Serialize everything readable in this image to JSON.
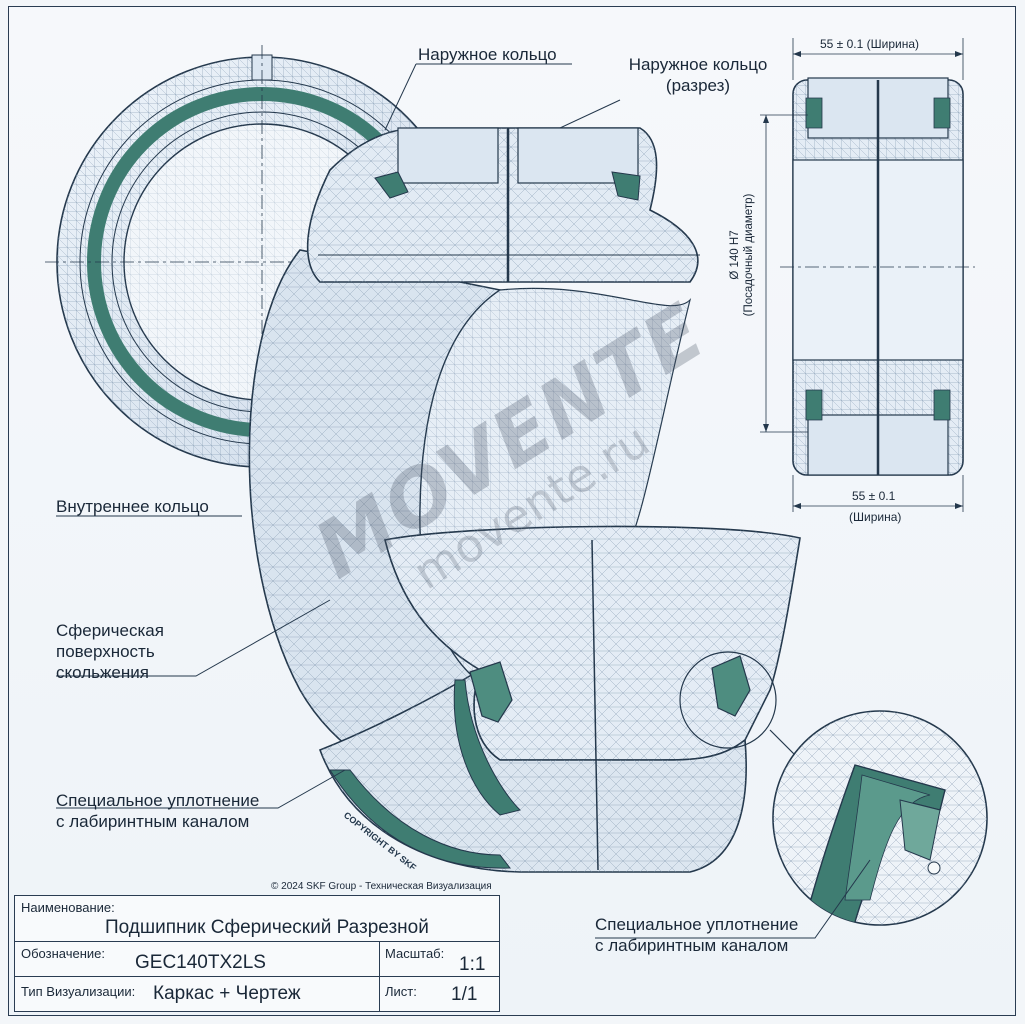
{
  "labels": {
    "outer_ring": "Наружное кольцо",
    "outer_ring_section_line1": "Наружное кольцо",
    "outer_ring_section_line2": "(разрез)",
    "inner_ring": "Внутреннее кольцо",
    "spherical_line1": "Сферическая",
    "spherical_line2": "поверхность",
    "spherical_line3": "скольжения",
    "seal_line1": "Специальное уплотнение",
    "seal_line2": "с лабиринтным каналом",
    "detail_seal_line1": "Специальное уплотнение",
    "detail_seal_line2": "с лабиринтным каналом"
  },
  "dimensions": {
    "width_top": "55 ± 0.1 (Ширина)",
    "diameter_line1": "Ø 140 H7",
    "diameter_line2": "(Посадочный диаметр)",
    "width_bottom_line1": "55 ± 0.1",
    "width_bottom_line2": "(Ширина)"
  },
  "copyright": "© 2024 SKF Group - Техническая Визуализация",
  "seal_marking": "COPYRIGHT BY SKF",
  "watermark": {
    "main": "MOVENTE",
    "sub": "movente.ru"
  },
  "title_block": {
    "name_label": "Наименование:",
    "name_value": "Подшипник Сферический Разрезной",
    "designation_label": "Обозначение:",
    "designation_value": "GEC140TX2LS",
    "scale_label": "Масштаб:",
    "scale_value": "1:1",
    "vis_type_label": "Тип Визуализации:",
    "vis_type_value": "Каркас + Чертеж",
    "sheet_label": "Лист:",
    "sheet_value": "1/1"
  },
  "colors": {
    "line": "#24384c",
    "seal_green": "#3f7d72",
    "fill_blue": "#dbe6f1"
  }
}
